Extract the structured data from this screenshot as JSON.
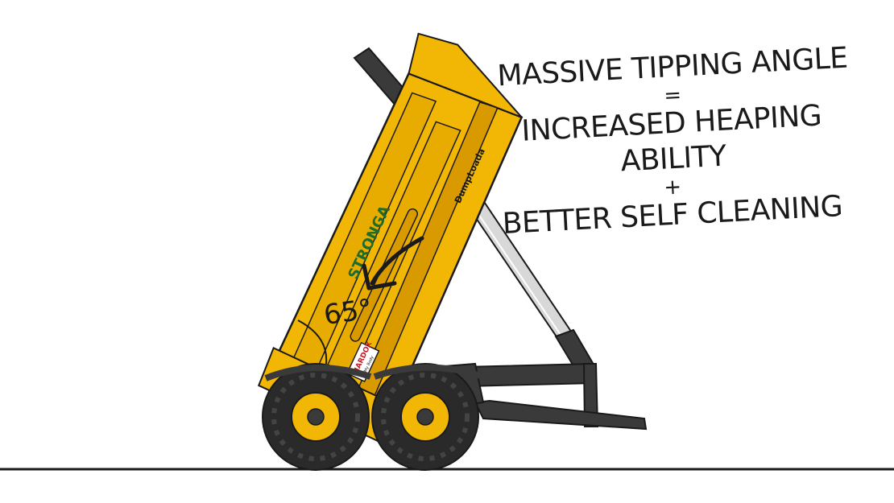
{
  "headline": {
    "line1": "MASSIVE TIPPING ANGLE",
    "equals": "=",
    "line2": "INCREASED HEAPING ABILITY",
    "plus": "+",
    "line3": "BETTER SELF CLEANING"
  },
  "angle_label": "65°",
  "body_branding": {
    "brand": "STRONGA",
    "model": "DumpLoada",
    "plate_line1": "HARDOX",
    "plate_line2": "In My Body"
  },
  "colors": {
    "body_yellow": "#f2b705",
    "body_shadow": "#d99a00",
    "chassis_dark": "#3a3a3a",
    "tyre": "#2a2a2a",
    "hub_yellow": "#f2b705",
    "brand_green": "#1f6b2a",
    "outline": "#1a1a1a"
  }
}
